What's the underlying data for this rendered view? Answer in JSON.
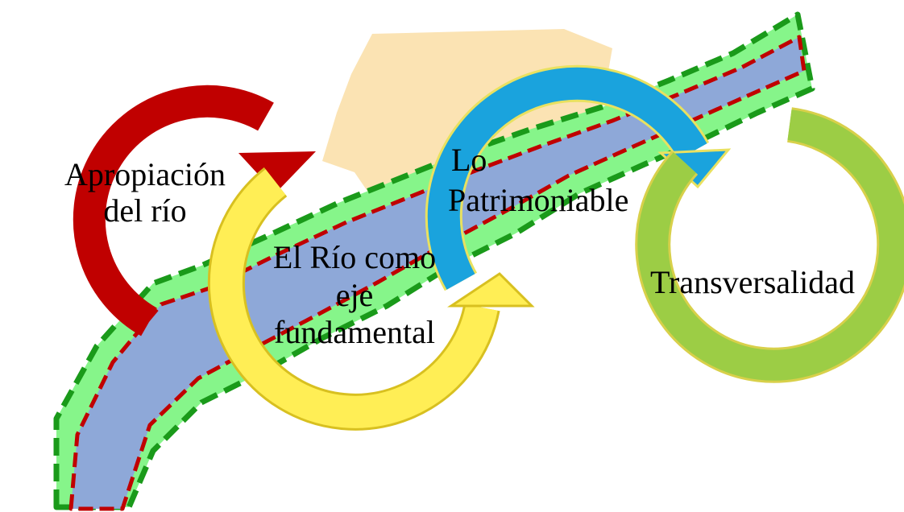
{
  "labels": {
    "apropiacion_line1": "Apropiación",
    "apropiacion_line2": "del río",
    "rio_line1": "El Río como",
    "rio_line2": "eje",
    "rio_line3": "fundamental",
    "patrimoniable_line1": "Lo",
    "patrimoniable_line2": "Patrimoniable",
    "transversalidad": "Transversalidad"
  },
  "colors": {
    "river_fill": "#8ea8d8",
    "river_edge": "#c00000",
    "bank_fill": "#86f58a",
    "bank_edge": "#1a9a1a",
    "background_shape": "#fbe3b3",
    "red_arrow": "#c00000",
    "yellow_arrow": "#ffee55",
    "blue_arrow": "#1aa3dd",
    "green_ring": "#9ccd45"
  }
}
